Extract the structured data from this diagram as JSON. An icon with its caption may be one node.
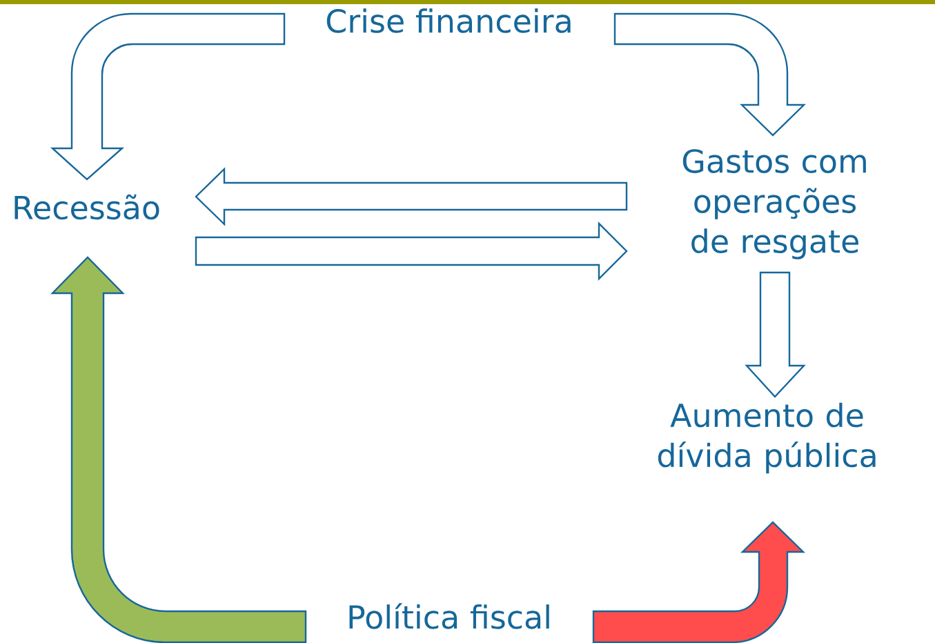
{
  "diagram": {
    "nodes": [
      {
        "text": [
          "Crise financeira"
        ]
      },
      {
        "text": [
          "Recessão"
        ]
      },
      {
        "text": [
          "Gastos com operações de resgate"
        ]
      },
      {
        "text": [
          "Aumento de dívida pública"
        ]
      },
      {
        "text": [
          "Política fiscal"
        ]
      }
    ],
    "edges": [
      {
        "from": 0,
        "to": 1,
        "arrow": "to"
      },
      {
        "from": 0,
        "to": 2,
        "arrow": "to"
      },
      {
        "from": 2,
        "to": 1,
        "arrow": "to"
      },
      {
        "from": 1,
        "to": 2,
        "arrow": "to"
      },
      {
        "from": 2,
        "to": 3,
        "arrow": "to"
      },
      {
        "from": 4,
        "to": 1,
        "arrow": "to",
        "color": "#9bbb59"
      },
      {
        "from": 4,
        "to": 3,
        "arrow": "to",
        "color": "#ff4d4d"
      }
    ]
  }
}
